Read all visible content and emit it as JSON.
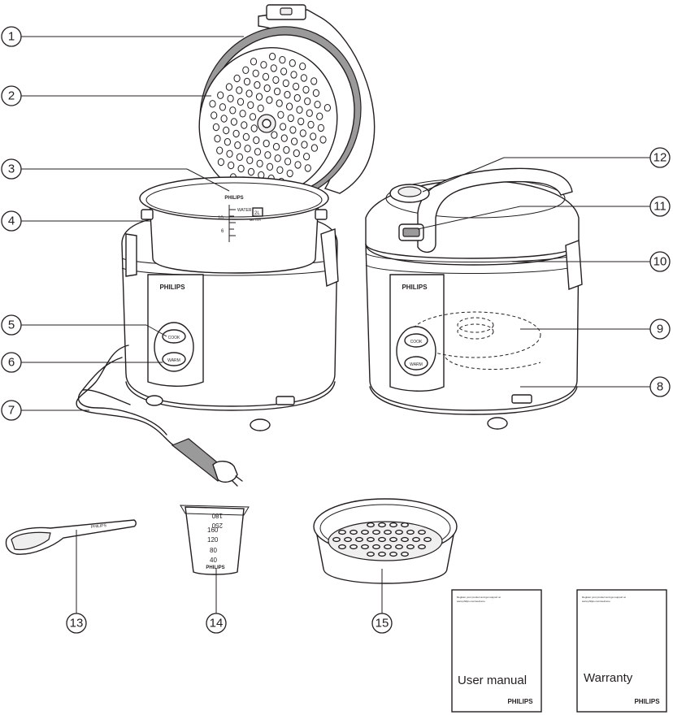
{
  "callouts": [
    "1",
    "2",
    "3",
    "4",
    "5",
    "6",
    "7",
    "8",
    "9",
    "10",
    "11",
    "12",
    "13",
    "14",
    "15"
  ],
  "cooker_brand": "PHILIPS",
  "button_labels": {
    "cook": "COOK",
    "warm": "WARM"
  },
  "inner_pot_marks": {
    "water": "WATER",
    "ten": "10",
    "six": "6",
    "size": "2L",
    "meter": "METER"
  },
  "cup_marks": [
    "180",
    "160",
    "120",
    "80",
    "40"
  ],
  "cup_top_marks": [
    "180",
    "250"
  ],
  "cup_brand": "PHILIPS",
  "spatula_brand": "PHILIPS",
  "booklets": {
    "manual": {
      "header": "Register your product and get support at",
      "url": "www.philips.com/welcome",
      "title": "User manual",
      "brand": "PHILIPS"
    },
    "warranty": {
      "header": "Register your product and get support at",
      "url": "www.philips.com/welcome",
      "title": "Warranty",
      "brand": "PHILIPS"
    }
  }
}
